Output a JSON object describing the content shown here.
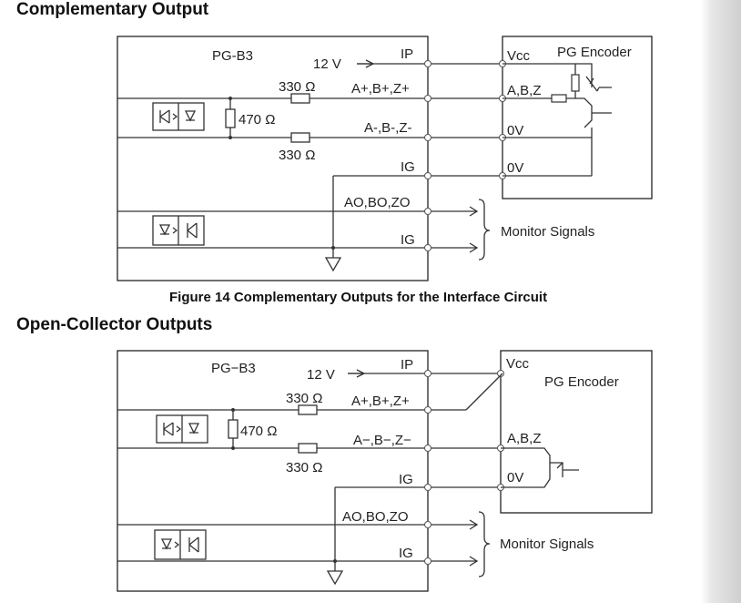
{
  "headings": {
    "complementary": "Complementary Output",
    "open_collector": "Open-Collector Outputs"
  },
  "figure_caption": "Figure 14  Complementary Outputs for the Interface Circuit",
  "diagram1": {
    "board_label": "PG-B3",
    "encoder_label": "PG Encoder",
    "supply_label": "12 V",
    "terminals": [
      "IP",
      "A+,B+,Z+",
      "A-,B-,Z-",
      "IG",
      "AO,BO,ZO",
      "IG"
    ],
    "encoder_pins": [
      "Vcc",
      "A,B,Z",
      "0V",
      "0V"
    ],
    "resistor_top": "330 Ω",
    "resistor_bottom": "330 Ω",
    "resistor_shunt": "470 Ω",
    "monitor_label": "Monitor Signals"
  },
  "diagram2": {
    "board_label": "PG−B3",
    "encoder_label": "PG Encoder",
    "supply_label": "12 V",
    "terminals": [
      "IP",
      "A+,B+,Z+",
      "A−,B−,Z−",
      "IG",
      "AO,BO,ZO",
      "IG"
    ],
    "encoder_pins": [
      "Vcc",
      "A,B,Z",
      "0V"
    ],
    "resistor_top": "330 Ω",
    "resistor_bottom": "330 Ω",
    "resistor_shunt": "470 Ω",
    "monitor_label": "Monitor Signals"
  }
}
